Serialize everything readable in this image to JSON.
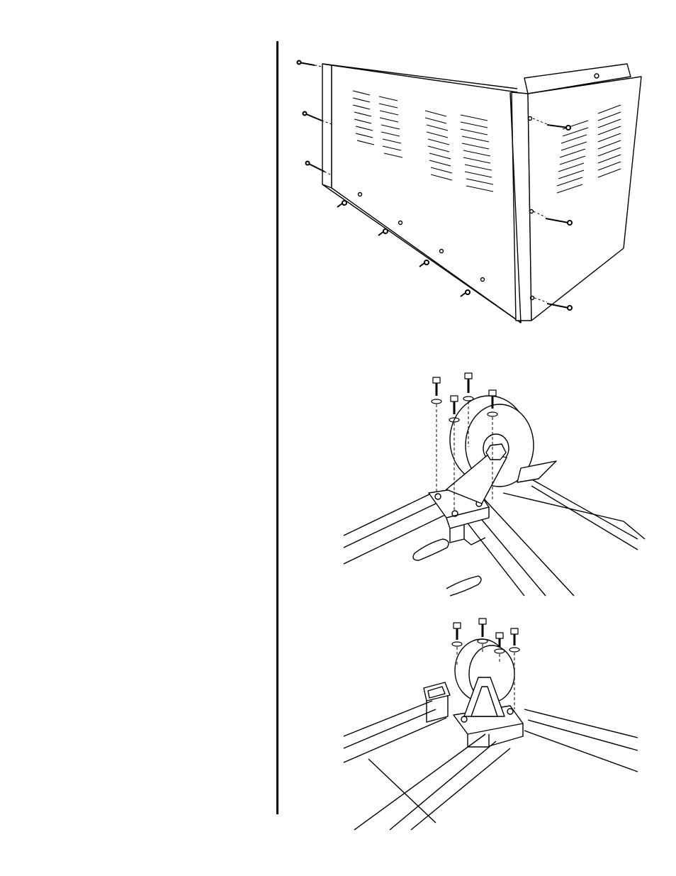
{
  "page": {
    "left_column_text": ""
  },
  "figures": [
    {
      "id": "panel",
      "icon": "panel-screws-illustration"
    },
    {
      "id": "swivel",
      "icon": "swivel-caster-illustration"
    },
    {
      "id": "rigid",
      "icon": "rigid-caster-illustration"
    }
  ],
  "colors": {
    "ink": "#000000",
    "paper": "#ffffff"
  }
}
